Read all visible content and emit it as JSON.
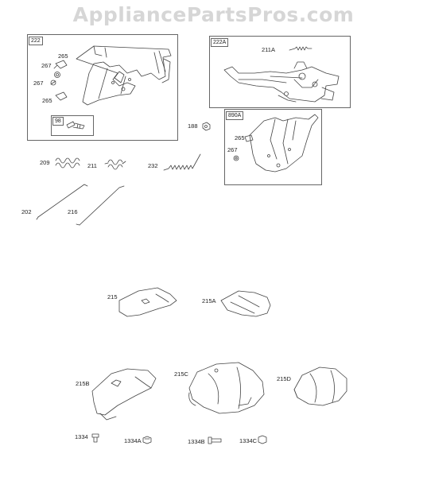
{
  "watermark": "AppliancePartsPros.com",
  "boxes": {
    "b222": "222",
    "b98": "98",
    "b222a": "222A",
    "b890a": "890A"
  },
  "labels": {
    "p265a": "265",
    "p267a": "267",
    "p267b": "267",
    "p265b": "265",
    "p211a": "211A",
    "p188": "188",
    "p265c": "265",
    "p267c": "267",
    "p209": "209",
    "p211": "211",
    "p232": "232",
    "p202": "202",
    "p216": "216",
    "p215": "215",
    "p215a": "215A",
    "p215b": "215B",
    "p215c": "215C",
    "p215d": "215D",
    "p1334": "1334",
    "p1334a": "1334A",
    "p1334b": "1334B",
    "p1334c": "1334C"
  }
}
